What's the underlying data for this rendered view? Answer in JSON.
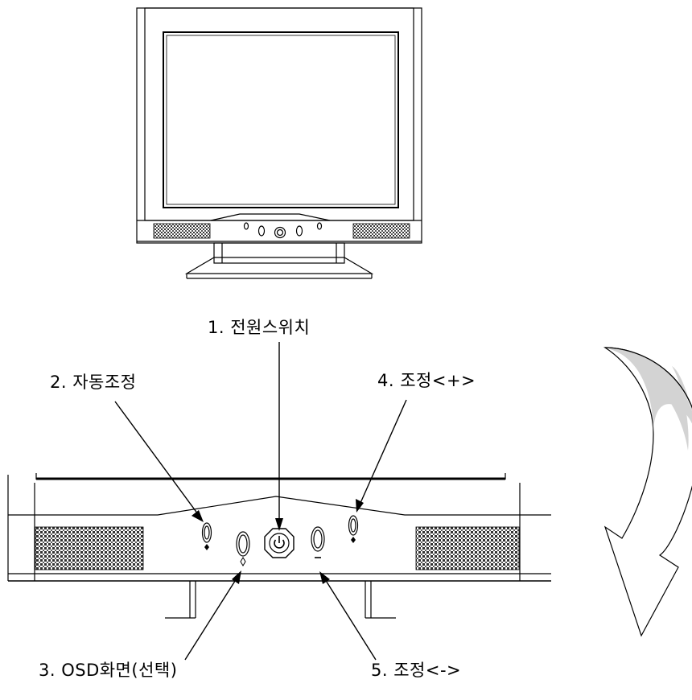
{
  "labels": {
    "power_switch": "1. 전원스위치",
    "auto_adjust": "2. 자동조정",
    "osd_select": "3. OSD화면(선택)",
    "adjust_plus": "4. 조정<+>",
    "adjust_minus": "5. 조정<->"
  },
  "icons": {
    "power_symbol": "power-icon"
  },
  "colors": {
    "line": "#000000",
    "arrow_fill": "#d3d3d3",
    "speaker": "#404040",
    "background": "#ffffff"
  }
}
